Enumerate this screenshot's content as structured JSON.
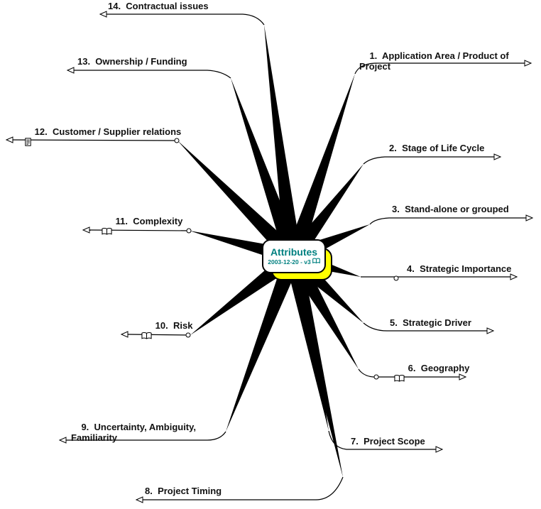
{
  "center": {
    "title": "Attributes",
    "subtitle": "2003-12-20 - v3",
    "title_color": "#008080",
    "shadow_color": "#ffff00",
    "icon": "book-icon"
  },
  "branches": [
    {
      "label": "1.  Application Area / Product of\nProject",
      "icon": null,
      "side": "right"
    },
    {
      "label": "2.  Stage of Life Cycle",
      "icon": null,
      "side": "right"
    },
    {
      "label": "3.  Stand-alone or grouped",
      "icon": null,
      "side": "right"
    },
    {
      "label": "4.  Strategic Importance",
      "icon": null,
      "side": "right"
    },
    {
      "label": "5.  Strategic Driver",
      "icon": null,
      "side": "right"
    },
    {
      "label": "6.  Geography",
      "icon": "book",
      "side": "right"
    },
    {
      "label": "7.  Project Scope",
      "icon": null,
      "side": "right"
    },
    {
      "label": "8.  Project Timing",
      "icon": null,
      "side": "left"
    },
    {
      "label": "9.  Uncertainty, Ambiguity,\nFamiliarity",
      "icon": null,
      "side": "left"
    },
    {
      "label": "10.  Risk",
      "icon": "book",
      "side": "left"
    },
    {
      "label": "11.  Complexity",
      "icon": "book",
      "side": "left"
    },
    {
      "label": "12.  Customer / Supplier relations",
      "icon": "note",
      "side": "left"
    },
    {
      "label": "13.  Ownership / Funding",
      "icon": null,
      "side": "left"
    },
    {
      "label": "14.  Contractual issues",
      "icon": null,
      "side": "left"
    }
  ]
}
